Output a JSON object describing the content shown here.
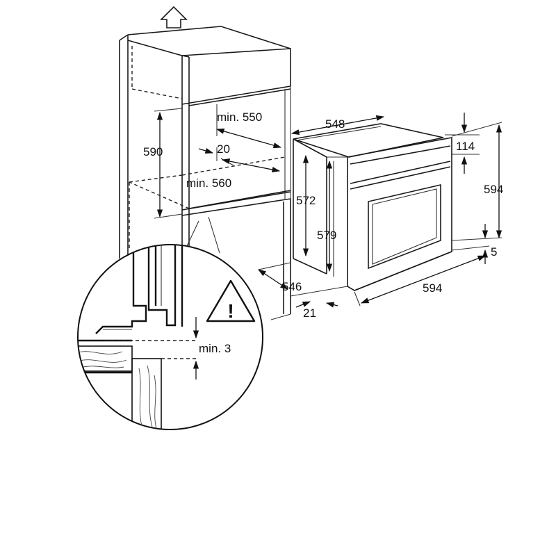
{
  "diagram": {
    "dimensions": {
      "cabinet_height": "590",
      "cabinet_depth": "min. 550",
      "gap": "20",
      "cabinet_width": "min. 560",
      "oven_depth_top": "548",
      "oven_panel": "114",
      "oven_height_total": "594",
      "oven_body_height": "572",
      "oven_height": "579",
      "bottom_offset": "5",
      "oven_depth": "546",
      "oven_width": "594",
      "door_thickness": "21",
      "clearance": "min. 3"
    },
    "symbols": {
      "warning": "!"
    }
  }
}
